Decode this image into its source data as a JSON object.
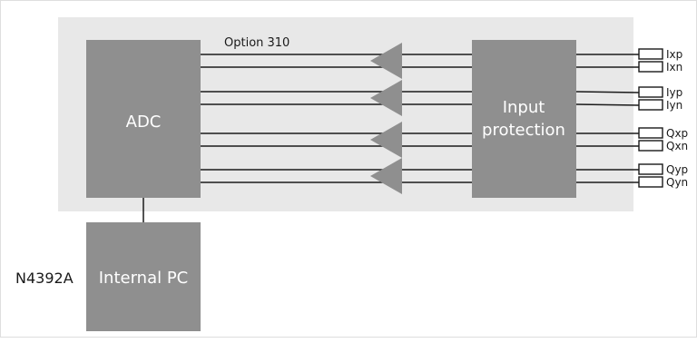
{
  "diagram": {
    "option_label": "Option 310",
    "model_label": "N4392A",
    "blocks": {
      "adc": "ADC",
      "input_protection": [
        "Input",
        "protection"
      ],
      "internal_pc": "Internal PC"
    },
    "ports": [
      "Ixp",
      "Ixn",
      "Iyp",
      "Iyn",
      "Qxp",
      "Qxn",
      "Qyp",
      "Qyn"
    ],
    "amplifier_count": 4,
    "colors": {
      "option_panel": "#e8e8e8",
      "block": "#8f8f8f",
      "line": "#1a1a1a",
      "frame_border": "#dedede"
    }
  }
}
